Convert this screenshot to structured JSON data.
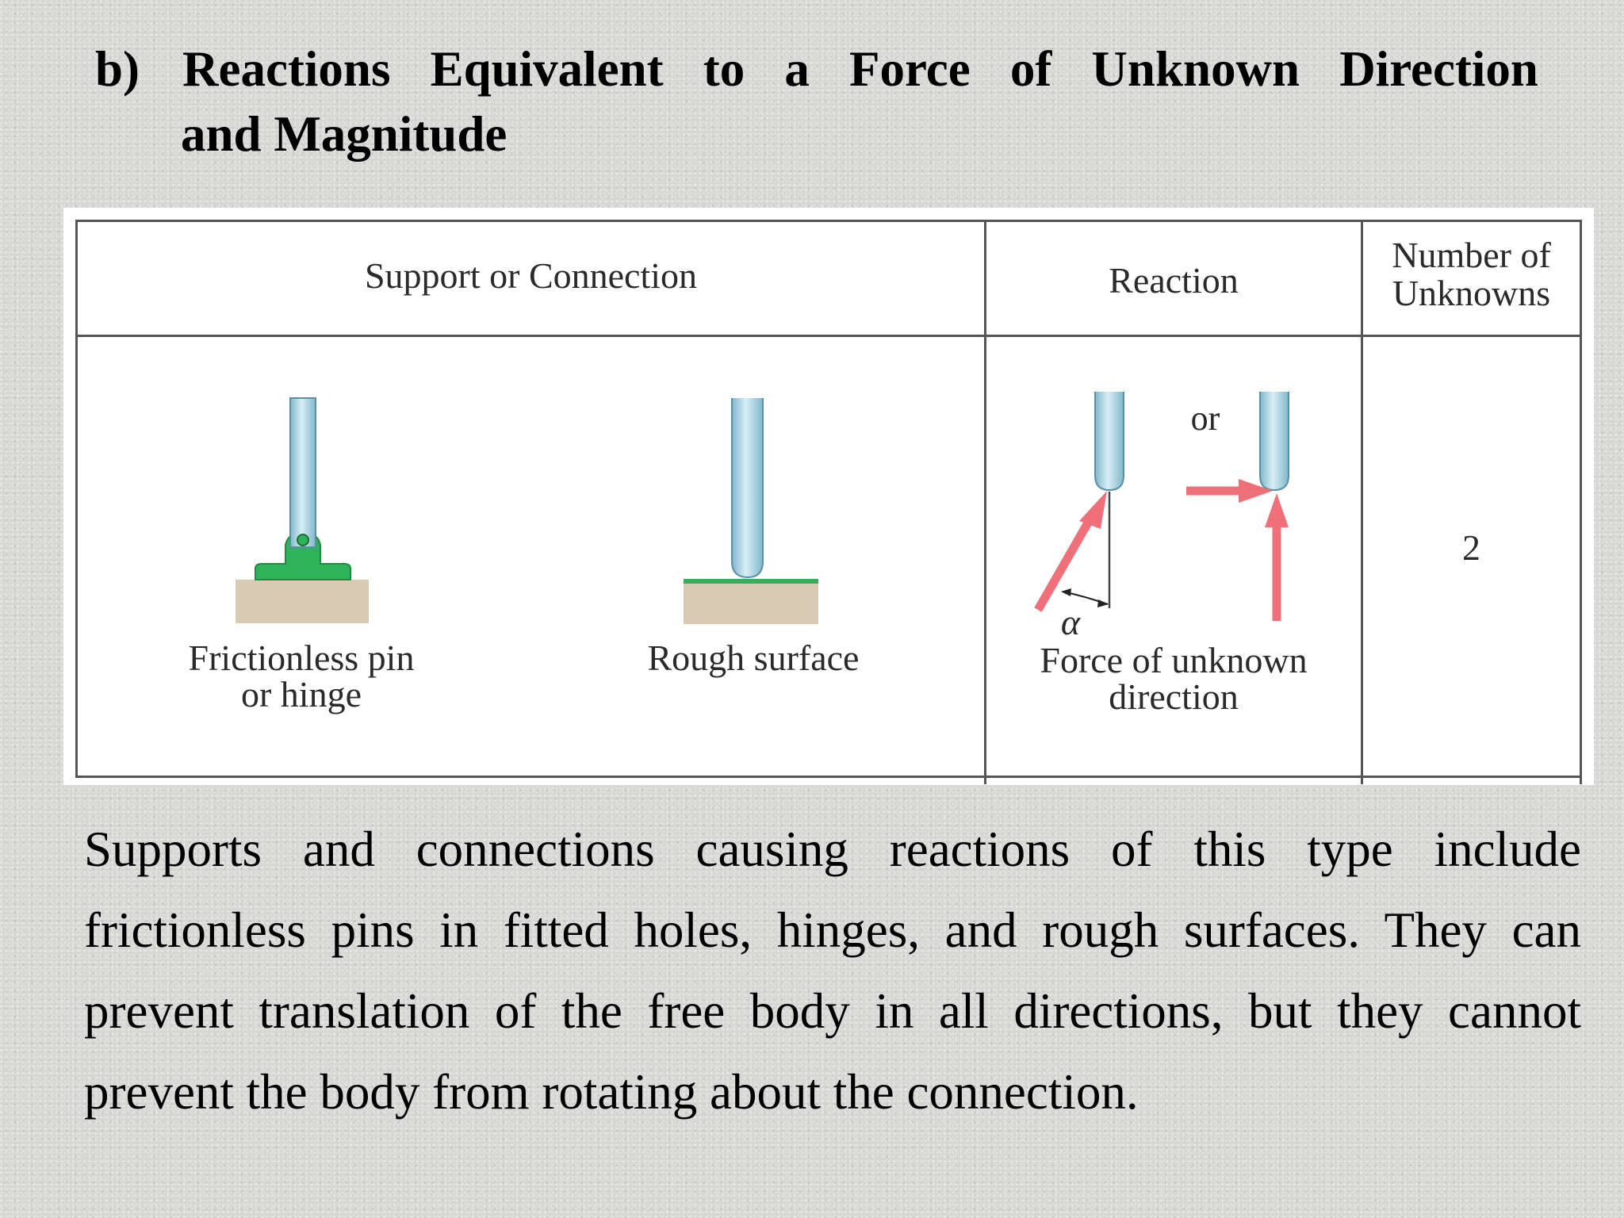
{
  "heading": {
    "marker": "b)",
    "line1_words": [
      "Reactions",
      "Equivalent",
      "to",
      "a",
      "Force",
      "of",
      "Unknown",
      "Direction"
    ],
    "line2": "and Magnitude"
  },
  "table": {
    "columns": [
      "Support or Connection",
      "Reaction",
      "Number of Unknowns"
    ],
    "col_number_line1": "Number of",
    "col_number_line2": "Unknowns",
    "support1_line1": "Frictionless pin",
    "support1_line2": "or hinge",
    "support2": "Rough surface",
    "reaction_or": "or",
    "reaction_alpha": "α",
    "reaction_line1": "Force of unknown",
    "reaction_line2": "direction",
    "unknowns": "2"
  },
  "body": {
    "paragraph": "Supports and connections causing reactions of this type include frictionless pins in fitted holes, hinges, and rough surfaces. They can prevent translation of the free body in all directions, but they cannot prevent the body from rotating about the connection."
  },
  "colors": {
    "rod": "#a9d3e0",
    "pin_bracket": "#2fb35a",
    "ground": "#d7ccb3",
    "arrow": "#f0707a"
  }
}
